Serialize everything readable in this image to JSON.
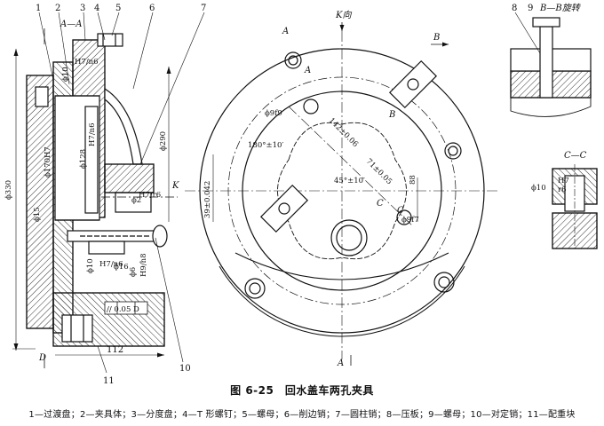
{
  "figure": {
    "caption": "图 6-25　回水盖车两孔夹具",
    "legend": "1—过渡盘；2—夹具体；3—分度盘；4—T 形螺钉；5—螺母；6—削边销；7—圆柱销；8—压板；9—螺母；10—对定销；11—配重块"
  },
  "callouts": [
    "1",
    "2",
    "3",
    "4",
    "5",
    "6",
    "7",
    "8",
    "9",
    "10",
    "11"
  ],
  "view_labels": {
    "section_aa": "A—A",
    "section_bb": "B—B旋转",
    "section_cc": "C—C",
    "k_view": "K向",
    "k": "K",
    "a": "A",
    "b": "B",
    "c": "C",
    "d": "D"
  },
  "dimensions": {
    "d330": "ϕ330",
    "d290": "ϕ290",
    "d170": "ϕ170H7",
    "d128": "ϕ128",
    "d15": "ϕ15",
    "d10_top": "ϕ10",
    "d10_bottom": "ϕ10",
    "d16": "ϕ16",
    "d6": "ϕ6",
    "d2": "ϕ2",
    "d9f9": "ϕ9f9",
    "d9f7": "ϕ9f7",
    "d10_cc": "ϕ10",
    "fit_h7n6": "H7/n6",
    "fit_h7r6": "H7/r6",
    "fit_h9h8": "H9/h8",
    "fit_h7": "H7",
    "fit_r6": "r6",
    "dim_142": "142±0.06",
    "dim_71": "71±0.05",
    "dim_39": "39±0.042",
    "dim_88": "88",
    "dim_112": "112",
    "angle_180": "180°±10′",
    "angle_45": "45°±10′",
    "tolerance_frame": "// 0.05 D"
  },
  "colors": {
    "ink": "#111111",
    "paper": "#ffffff",
    "hatch": "#333333"
  }
}
